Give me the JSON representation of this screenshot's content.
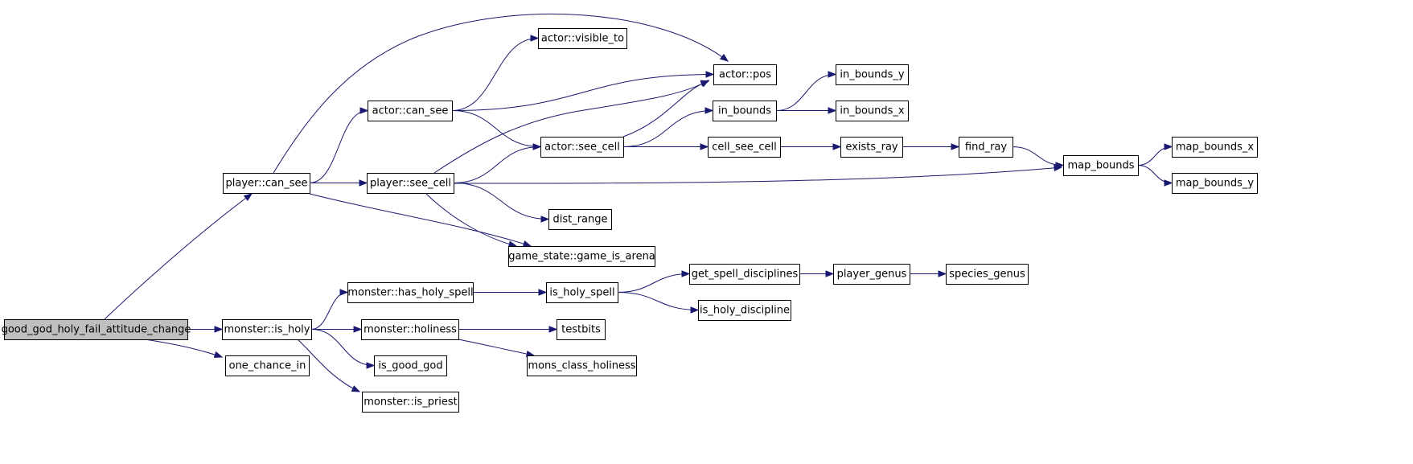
{
  "diagram": {
    "root": "good_god_holy_fail_attitude_change",
    "colors": {
      "edge": "#191970",
      "node_border": "#000000",
      "node_fill": "#ffffff",
      "root_fill": "#bfbfbf"
    },
    "nodes": [
      {
        "id": "good_god_holy_fail_attitude_change",
        "label": "good_god_holy_fail_attitude_change",
        "root": true
      },
      {
        "id": "player_can_see",
        "label": "player::can_see"
      },
      {
        "id": "monster_is_holy",
        "label": "monster::is_holy"
      },
      {
        "id": "one_chance_in",
        "label": "one_chance_in"
      },
      {
        "id": "actor_can_see",
        "label": "actor::can_see"
      },
      {
        "id": "player_see_cell",
        "label": "player::see_cell"
      },
      {
        "id": "actor_visible_to",
        "label": "actor::visible_to"
      },
      {
        "id": "actor_pos",
        "label": "actor::pos"
      },
      {
        "id": "actor_see_cell",
        "label": "actor::see_cell"
      },
      {
        "id": "in_bounds",
        "label": "in_bounds"
      },
      {
        "id": "in_bounds_y",
        "label": "in_bounds_y"
      },
      {
        "id": "in_bounds_x",
        "label": "in_bounds_x"
      },
      {
        "id": "cell_see_cell",
        "label": "cell_see_cell"
      },
      {
        "id": "exists_ray",
        "label": "exists_ray"
      },
      {
        "id": "find_ray",
        "label": "find_ray"
      },
      {
        "id": "map_bounds",
        "label": "map_bounds"
      },
      {
        "id": "map_bounds_x",
        "label": "map_bounds_x"
      },
      {
        "id": "map_bounds_y",
        "label": "map_bounds_y"
      },
      {
        "id": "dist_range",
        "label": "dist_range"
      },
      {
        "id": "game_state_game_is_arena",
        "label": "game_state::game_is_arena"
      },
      {
        "id": "monster_has_holy_spell",
        "label": "monster::has_holy_spell"
      },
      {
        "id": "is_holy_spell",
        "label": "is_holy_spell"
      },
      {
        "id": "get_spell_disciplines",
        "label": "get_spell_disciplines"
      },
      {
        "id": "player_genus",
        "label": "player_genus"
      },
      {
        "id": "species_genus",
        "label": "species_genus"
      },
      {
        "id": "is_holy_discipline",
        "label": "is_holy_discipline"
      },
      {
        "id": "monster_holiness",
        "label": "monster::holiness"
      },
      {
        "id": "testbits",
        "label": "testbits"
      },
      {
        "id": "mons_class_holiness",
        "label": "mons_class_holiness"
      },
      {
        "id": "is_good_god",
        "label": "is_good_god"
      },
      {
        "id": "monster_is_priest",
        "label": "monster::is_priest"
      }
    ],
    "edges": [
      {
        "from": "good_god_holy_fail_attitude_change",
        "to": "player_can_see"
      },
      {
        "from": "good_god_holy_fail_attitude_change",
        "to": "monster_is_holy"
      },
      {
        "from": "good_god_holy_fail_attitude_change",
        "to": "one_chance_in"
      },
      {
        "from": "player_can_see",
        "to": "actor_can_see"
      },
      {
        "from": "player_can_see",
        "to": "actor_pos"
      },
      {
        "from": "player_can_see",
        "to": "player_see_cell"
      },
      {
        "from": "player_can_see",
        "to": "game_state_game_is_arena"
      },
      {
        "from": "actor_can_see",
        "to": "actor_visible_to"
      },
      {
        "from": "actor_can_see",
        "to": "actor_pos"
      },
      {
        "from": "actor_can_see",
        "to": "actor_see_cell"
      },
      {
        "from": "player_see_cell",
        "to": "actor_pos"
      },
      {
        "from": "player_see_cell",
        "to": "actor_see_cell"
      },
      {
        "from": "player_see_cell",
        "to": "map_bounds"
      },
      {
        "from": "player_see_cell",
        "to": "dist_range"
      },
      {
        "from": "player_see_cell",
        "to": "game_state_game_is_arena"
      },
      {
        "from": "actor_see_cell",
        "to": "actor_pos"
      },
      {
        "from": "actor_see_cell",
        "to": "in_bounds"
      },
      {
        "from": "actor_see_cell",
        "to": "cell_see_cell"
      },
      {
        "from": "in_bounds",
        "to": "in_bounds_y"
      },
      {
        "from": "in_bounds",
        "to": "in_bounds_x"
      },
      {
        "from": "cell_see_cell",
        "to": "exists_ray"
      },
      {
        "from": "exists_ray",
        "to": "find_ray"
      },
      {
        "from": "find_ray",
        "to": "map_bounds"
      },
      {
        "from": "map_bounds",
        "to": "map_bounds_x"
      },
      {
        "from": "map_bounds",
        "to": "map_bounds_y"
      },
      {
        "from": "monster_is_holy",
        "to": "monster_has_holy_spell"
      },
      {
        "from": "monster_is_holy",
        "to": "monster_holiness"
      },
      {
        "from": "monster_is_holy",
        "to": "is_good_god"
      },
      {
        "from": "monster_is_holy",
        "to": "monster_is_priest"
      },
      {
        "from": "monster_has_holy_spell",
        "to": "is_holy_spell"
      },
      {
        "from": "is_holy_spell",
        "to": "get_spell_disciplines"
      },
      {
        "from": "is_holy_spell",
        "to": "is_holy_discipline"
      },
      {
        "from": "get_spell_disciplines",
        "to": "player_genus"
      },
      {
        "from": "player_genus",
        "to": "species_genus"
      },
      {
        "from": "monster_holiness",
        "to": "testbits"
      },
      {
        "from": "monster_holiness",
        "to": "mons_class_holiness"
      }
    ]
  }
}
